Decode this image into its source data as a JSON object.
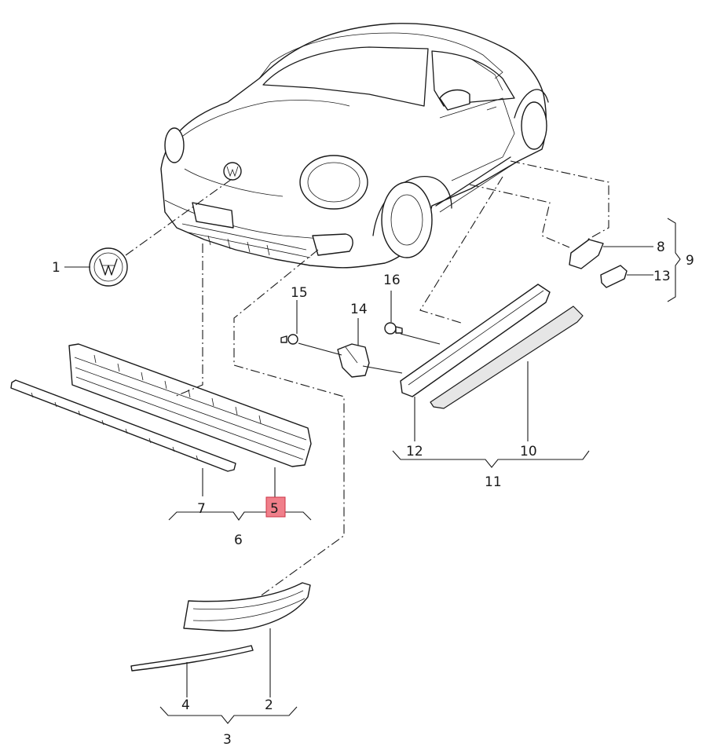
{
  "callouts": {
    "c1": "1",
    "c2": "2",
    "c3": "3",
    "c4": "4",
    "c5": "5",
    "c6": "6",
    "c7": "7",
    "c8": "8",
    "c9": "9",
    "c10": "10",
    "c11": "11",
    "c12": "12",
    "c13": "13",
    "c14": "14",
    "c15": "15",
    "c16": "16"
  },
  "highlight": {
    "part": "5",
    "color": "#f07f8a"
  }
}
